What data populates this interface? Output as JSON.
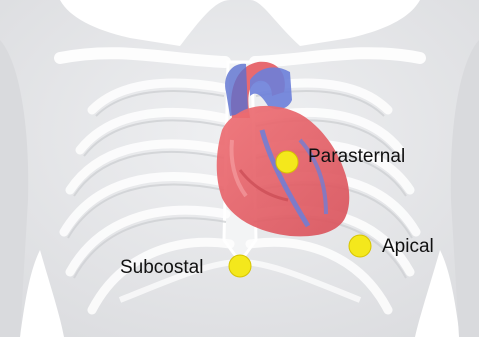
{
  "colors": {
    "background": "#ffffff",
    "body": "#e7e8ea",
    "bone": "#d2d4d7",
    "bone_line": "#ffffff",
    "heart_red": "#e8636a",
    "heart_blue": "#6e7fd8",
    "marker_fill": "#f4e81c",
    "marker_stroke": "#d6c400"
  },
  "probe_positions": [
    {
      "id": "parasternal",
      "label": "Parasternal"
    },
    {
      "id": "apical",
      "label": "Apical"
    },
    {
      "id": "subcostal",
      "label": "Subcostal"
    }
  ]
}
